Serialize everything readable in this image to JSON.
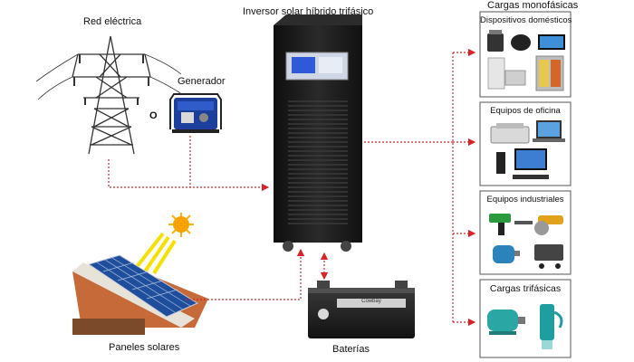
{
  "labels": {
    "grid": "Red eléctrica",
    "generator": "Generador",
    "or_word": "O",
    "inverter": "Inversor solar híbrido trifásico",
    "single_phase": "Cargas monofásicas",
    "solar": "Paneles solares",
    "batteries": "Baterías"
  },
  "load_boxes": [
    {
      "title": "Dispositivos domésticos"
    },
    {
      "title": "Equipos de oficina"
    },
    {
      "title": "Equipos industriales"
    },
    {
      "title": "Cargas trifásicas"
    }
  ],
  "battery_brand": "Cowbay",
  "colors": {
    "arrow": "#d8232a",
    "inverter_body": "#1b1b1b",
    "panel_blue": "#1f4f9c",
    "box_border": "#555555"
  }
}
